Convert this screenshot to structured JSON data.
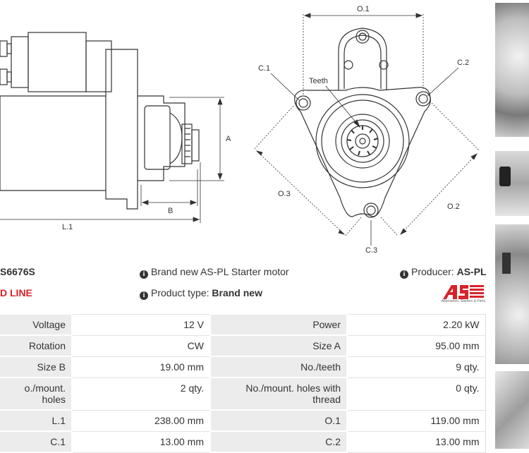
{
  "diagram": {
    "labels": {
      "A": "A",
      "B": "B",
      "L1": "L.1",
      "O1": "O.1",
      "O2": "O.2",
      "O3": "O.3",
      "C1": "C.1",
      "C2": "C.2",
      "C3": "C.3",
      "teeth": "Teeth"
    }
  },
  "product": {
    "code_partial": "S6676S",
    "line_partial": "D LINE",
    "description": "Brand new AS-PL Starter motor",
    "type_label": "Product type:",
    "type_value": "Brand new",
    "producer_label": "Producer:",
    "producer_value": "AS-PL",
    "logo_text": "AS",
    "logo_tagline": "Alternators, Starters & Parts"
  },
  "specs": [
    {
      "l1": "Voltage",
      "v1": "12 V",
      "l2": "Power",
      "v2": "2.20 kW"
    },
    {
      "l1": "Rotation",
      "v1": "CW",
      "l2": "Size A",
      "v2": "95.00 mm"
    },
    {
      "l1": "Size B",
      "v1": "19.00 mm",
      "l2": "No./teeth",
      "v2": "9 qty."
    },
    {
      "l1": "o./mount. holes",
      "v1": "2 qty.",
      "l2": "No./mount. holes with thread",
      "v2": "0 qty."
    },
    {
      "l1": "L.1",
      "v1": "238.00 mm",
      "l2": "O.1",
      "v2": "119.00 mm"
    },
    {
      "l1": "C.1",
      "v1": "13.00 mm",
      "l2": "C.2",
      "v2": "13.00 mm"
    }
  ],
  "colors": {
    "accent": "#d8232a",
    "label_bg": "#ececec"
  }
}
